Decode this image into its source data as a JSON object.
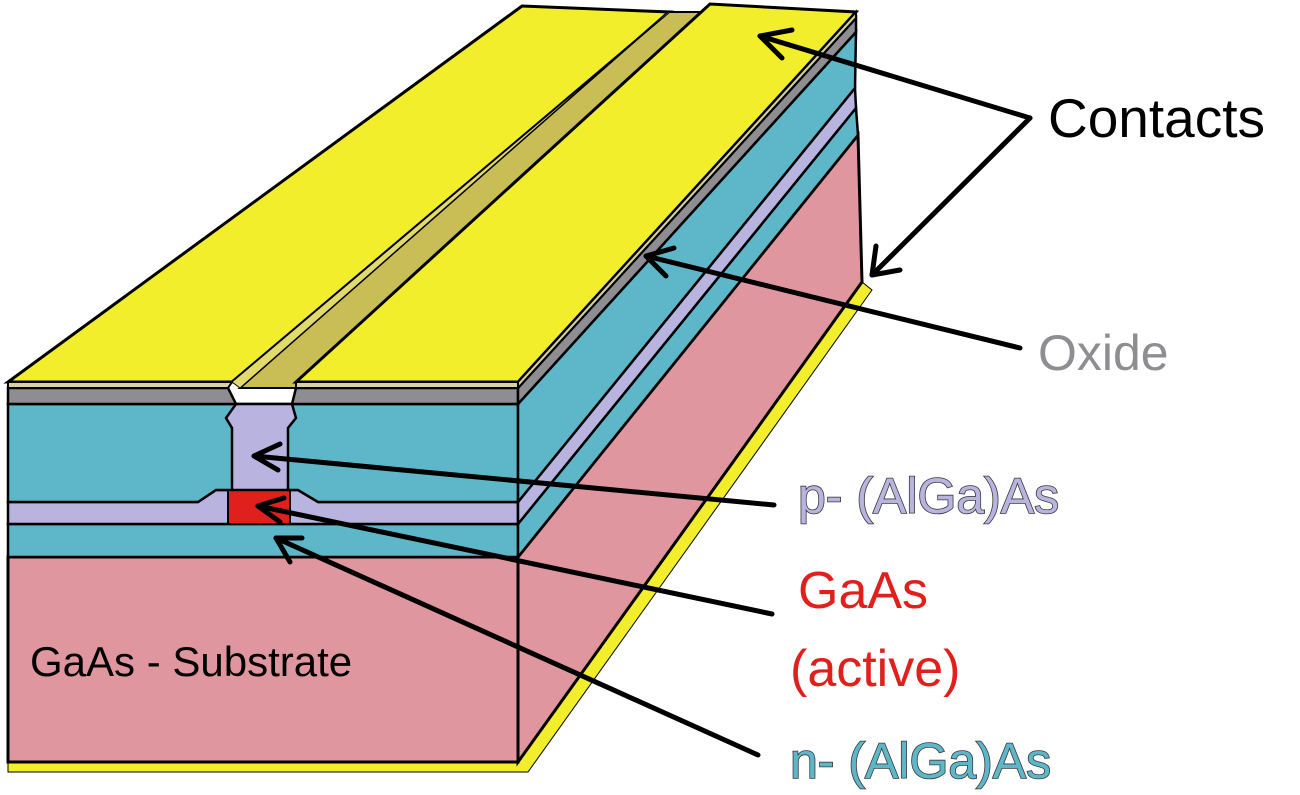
{
  "labels": {
    "contacts": "Contacts",
    "oxide": "Oxide",
    "p_layer": "p- (AlGa)As",
    "active_line1": "GaAs",
    "active_line2": "(active)",
    "n_layer": "n- (AlGa)As",
    "substrate": "GaAs - Substrate"
  },
  "colors": {
    "contact": "#F2EE2C",
    "contact_stripe": "#C9BE55",
    "oxide": "#8E8E92",
    "n_algaas": "#5DB7C9",
    "p_algaas": "#B8B3DF",
    "active": "#E0201C",
    "substrate": "#E0969E",
    "label_contacts": "#000000",
    "label_oxide": "#8E8E92",
    "label_p": "#B8B3DF",
    "label_active": "#E0201C",
    "label_n": "#5DB7C9",
    "label_substrate": "#000000"
  }
}
